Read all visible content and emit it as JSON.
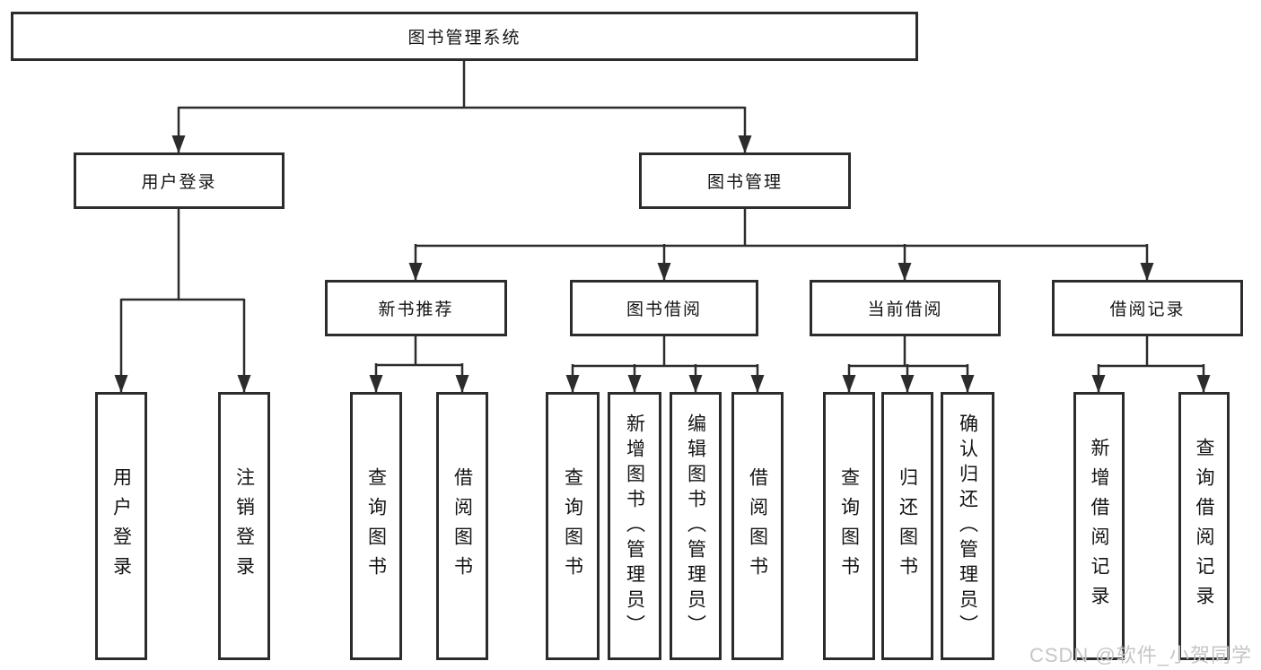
{
  "diagram": {
    "root": "图书管理系统",
    "branches": [
      {
        "label": "用户登录",
        "children": [
          "用户登录",
          "注销登录"
        ]
      },
      {
        "label": "图书管理",
        "groups": [
          {
            "label": "新书推荐",
            "children": [
              "查询图书",
              "借阅图书"
            ]
          },
          {
            "label": "图书借阅",
            "children": [
              "查询图书",
              "新增图书（管理员）",
              "编辑图书（管理员）",
              "借阅图书"
            ]
          },
          {
            "label": "当前借阅",
            "children": [
              "查询图书",
              "归还图书",
              "确认归还（管理员）"
            ]
          },
          {
            "label": "借阅记录",
            "children": [
              "新增借阅记录",
              "查询借阅记录"
            ]
          }
        ]
      }
    ]
  },
  "watermark": "CSDN @软件_小贺同学",
  "colors": {
    "line": "#2c2c2c",
    "text": "#141414",
    "watermark": "#c6c6c6",
    "background": "#ffffff"
  }
}
